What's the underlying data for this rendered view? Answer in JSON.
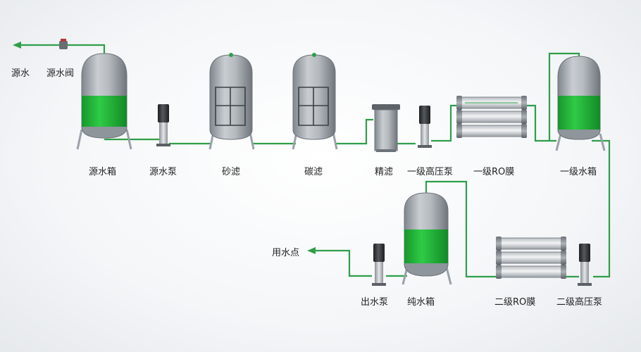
{
  "labels": {
    "source_water": "源水",
    "source_valve": "源水阀",
    "source_tank": "源水箱",
    "source_pump": "源水泵",
    "sand_filter": "砂滤",
    "carbon_filter": "碳滤",
    "precision_filter": "精滤",
    "primary_hp_pump": "一级高压泵",
    "primary_ro": "一级RO膜",
    "primary_tank": "一级水箱",
    "use_point": "用水点",
    "outlet_pump": "出水泵",
    "pure_tank": "纯水箱",
    "secondary_ro": "二级RO膜",
    "secondary_hp_pump": "二级高压泵"
  },
  "colors": {
    "pipe": "#2f9e4a",
    "water": "#20b13a",
    "tank": "#9aa1a8",
    "pump": "#2a2d30"
  }
}
